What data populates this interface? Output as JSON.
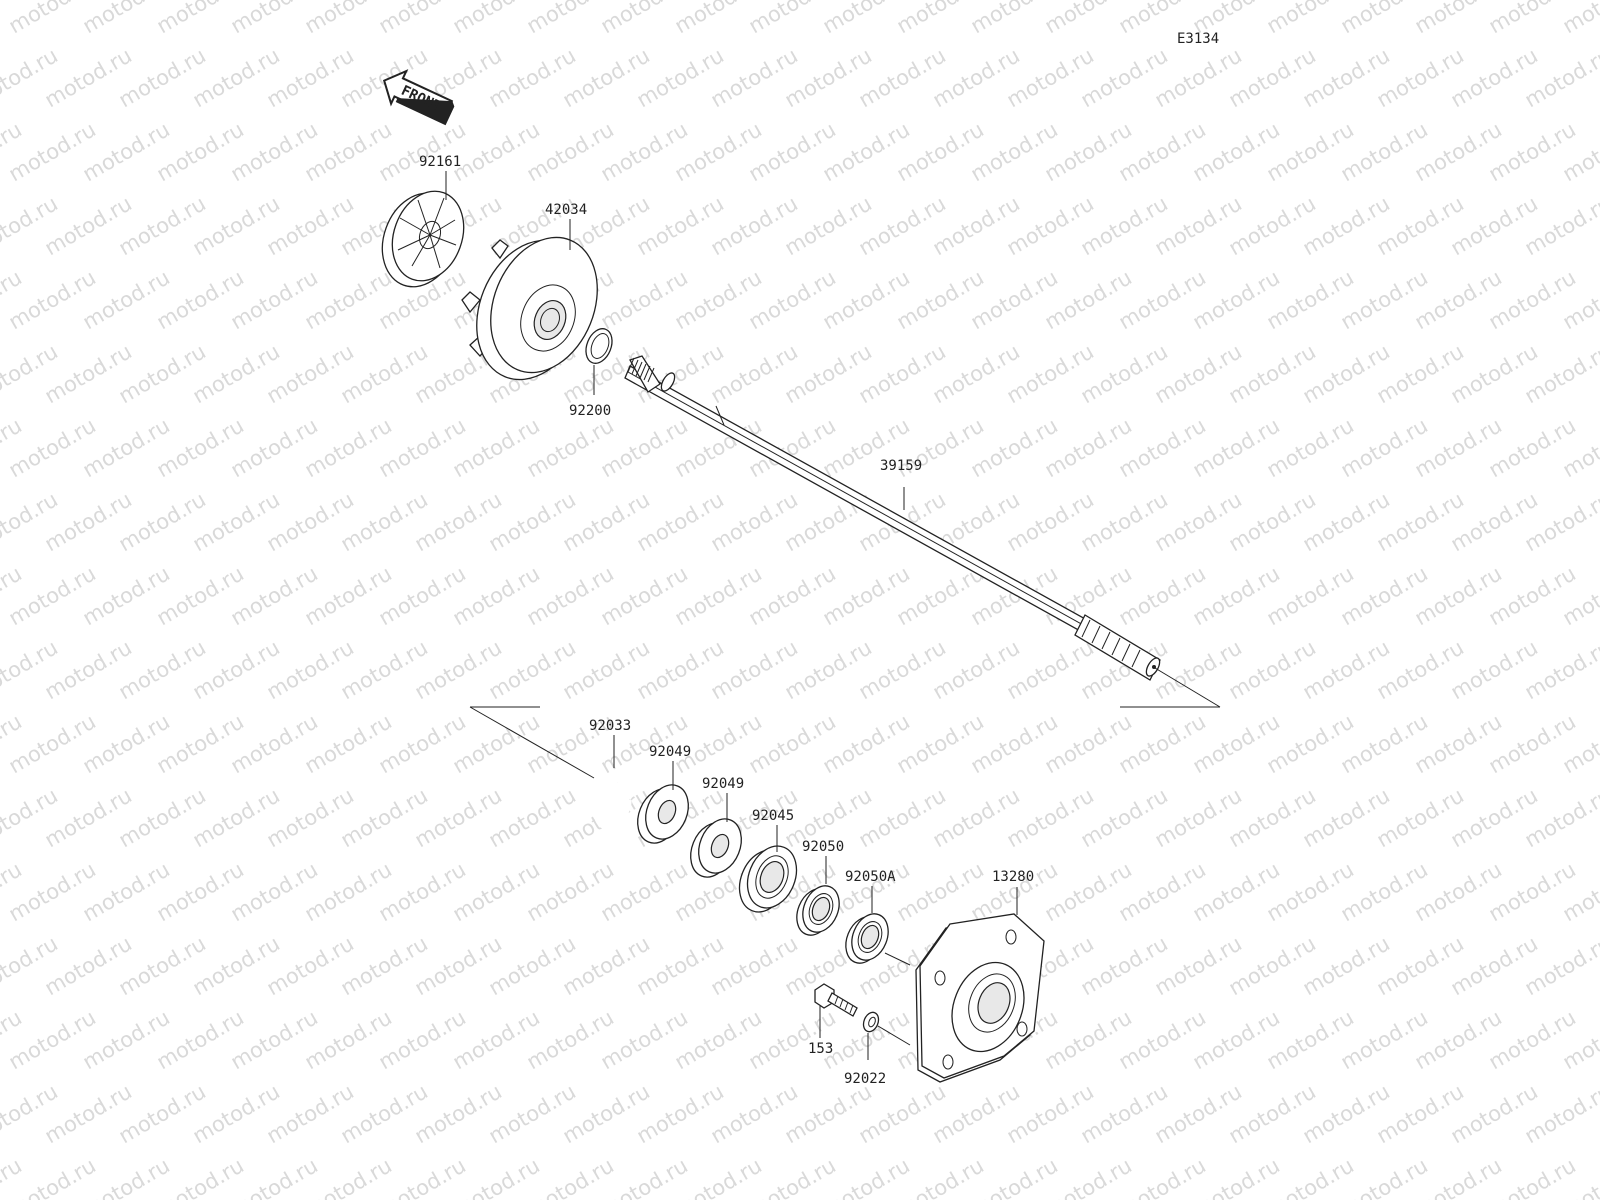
{
  "diagram_code": "E3134",
  "front_arrow_label": "FRONT",
  "watermark_text": "motod.ru",
  "parts": {
    "seal_rubber": "92161",
    "impeller": "42034",
    "oring": "92200",
    "shaft": "39159",
    "circlip": "92033",
    "collar_1": "92049",
    "collar_2": "92049",
    "bearing": "92045",
    "oil_seal": "92050",
    "oil_seal_a": "92050A",
    "housing": "13280",
    "bolt": "153",
    "washer": "92022"
  }
}
